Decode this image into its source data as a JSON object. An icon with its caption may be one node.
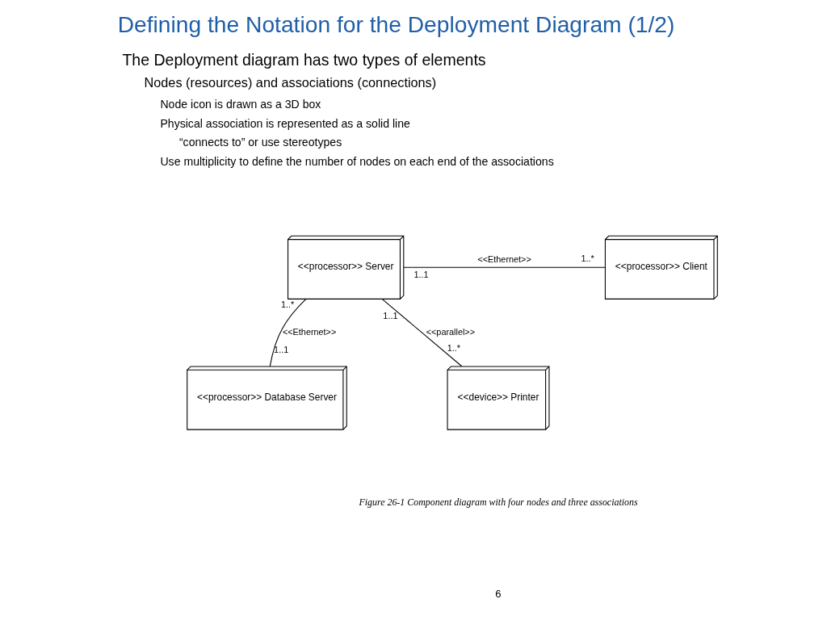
{
  "diagram": {
    "title": "Defining the Notation for the Deployment Diagram (1/2)",
    "caption": "Figure 26-1 Component diagram with four nodes and three associations",
    "nodes": [
      {
        "text": [
          "<<processor>> Server"
        ]
      },
      {
        "text": [
          "<<processor>> Client"
        ]
      },
      {
        "text": [
          "<<processor>> Database Server"
        ]
      },
      {
        "text": [
          "<<device>> Printer"
        ]
      }
    ],
    "edges": [
      {
        "from": 0,
        "to": 1,
        "arrow": "none",
        "label": "<<Ethernet>>"
      },
      {
        "from": 0,
        "to": 2,
        "arrow": "none",
        "label": "<<Ethernet>>"
      },
      {
        "from": 0,
        "to": 3,
        "arrow": "none",
        "label": "<<parallel>>"
      }
    ],
    "labels": [
      "The Deployment diagram has two types of elements",
      "Nodes (resources) and associations (connections)",
      "Node icon is drawn as a 3D box",
      "Physical association is represented as a solid line",
      "“connects to” or use stereotypes",
      "Use multiplicity to define the number of nodes on each end of the associations",
      "1..1",
      "1..*",
      "1..1",
      "1..*",
      "1..1",
      "1..*",
      "6"
    ]
  }
}
